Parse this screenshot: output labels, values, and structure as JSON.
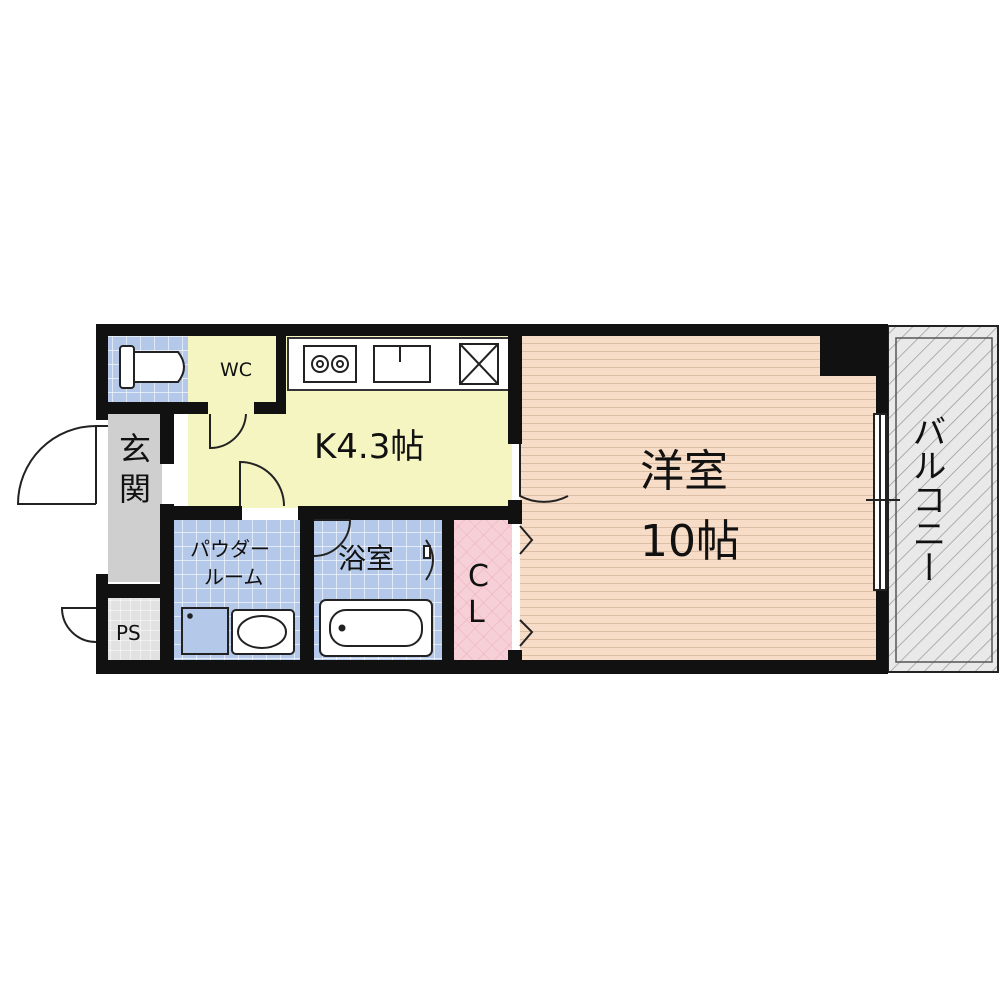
{
  "rooms": {
    "wc": "WC",
    "kitchen": "K4.3帖",
    "entrance_1": "玄",
    "entrance_2": "関",
    "powder_1": "パウダー",
    "powder_2": "ルーム",
    "bath": "浴室",
    "closet_1": "C",
    "closet_2": "L",
    "pipe_space": "PS",
    "western_1": "洋室",
    "western_2": "10帖",
    "balcony": "バルコニー"
  },
  "colors": {
    "wall": "#111111",
    "wet_area": "#b4c8ea",
    "kitchen": "#f4f5c0",
    "western": "#f7dcc7",
    "western_lines": "#d9bda3",
    "closet": "#f6cfd7",
    "entrance": "#cfcfcf",
    "balcony": "#e6e6e6"
  }
}
